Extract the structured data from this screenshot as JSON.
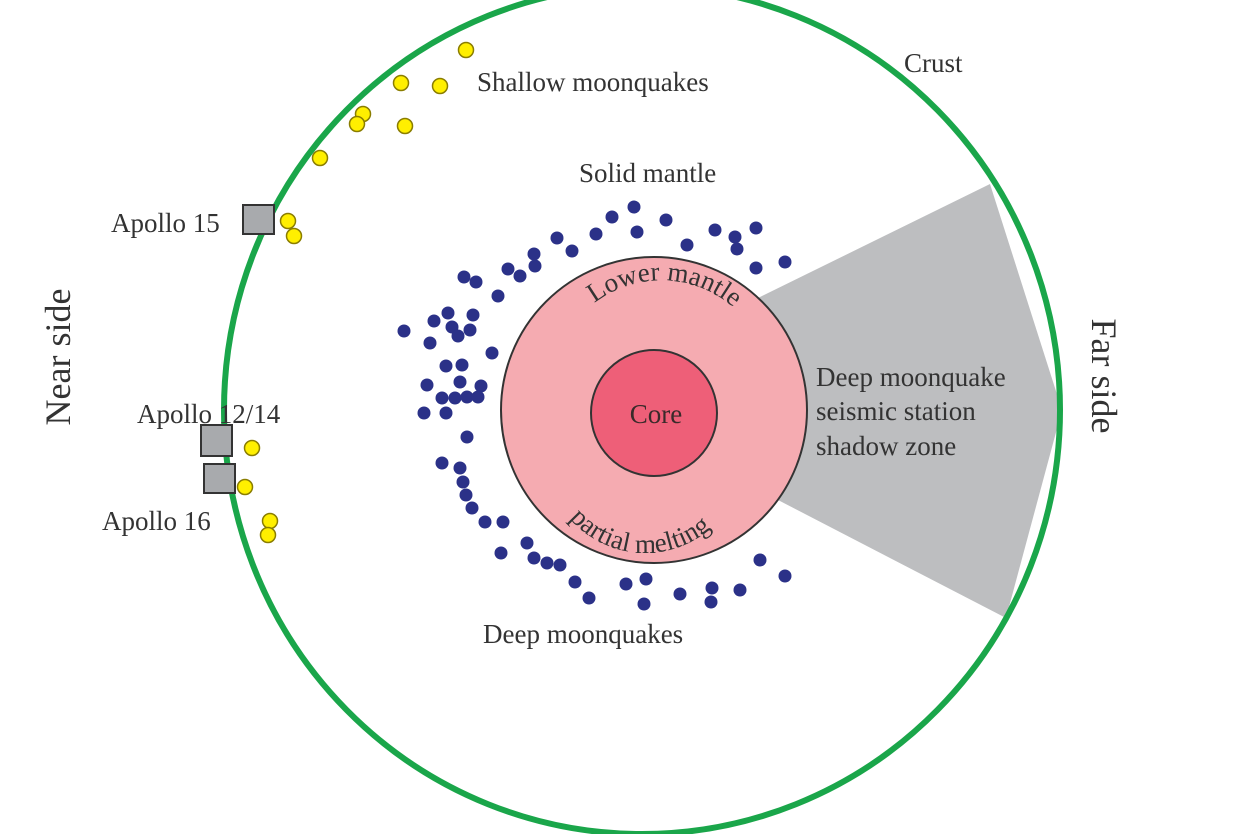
{
  "colors": {
    "crust_outline": "#1aa64a",
    "shadow_zone": "#bdbec0",
    "lower_mantle": "#f5abb1",
    "core": "#ee5f78",
    "shallow_moonquake": "#ffef00",
    "deep_moonquake": "#2b3188",
    "station": "#a8aaad"
  },
  "labels": {
    "crust": "Crust",
    "shallow_moonquakes": "Shallow moonquakes",
    "solid_mantle": "Solid mantle",
    "lower_mantle": "Lower mantle",
    "core": "Core",
    "partial_melting": "partial melting",
    "deep_moonquakes": "Deep moonquakes",
    "shadow_zone_line1": "Deep moonquake",
    "shadow_zone_line2": "seismic station",
    "shadow_zone_line3": "shadow zone",
    "near_side": "Near side",
    "far_side": "Far side"
  },
  "stations": [
    {
      "name": "Apollo 15"
    },
    {
      "name": "Apollo 12/14"
    },
    {
      "name": "Apollo 16"
    }
  ]
}
